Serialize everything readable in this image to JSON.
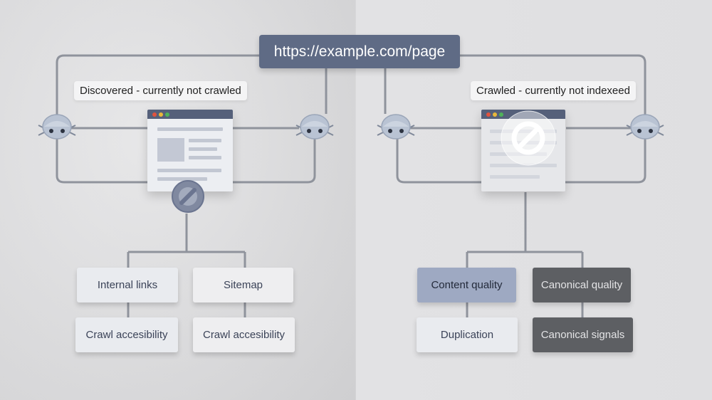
{
  "url": "https://example.com/page",
  "left": {
    "status": "Discovered - currently not crawled",
    "cards": [
      "Internal links",
      "Sitemap",
      "Crawl accesibility",
      "Crawl accesibility"
    ]
  },
  "right": {
    "status": "Crawled - currently not indexeed",
    "cards": [
      "Content quality",
      "Canonical quality",
      "Duplication",
      "Canonical signals"
    ]
  },
  "colors": {
    "url_bar": "#5f6b85",
    "dot_red": "#e0533f",
    "dot_yellow": "#e8b83a",
    "dot_green": "#4fb35a",
    "card_blue": "#9ea9c2",
    "card_dark": "#5d5f63"
  },
  "icons": [
    "crawler-robot-icon",
    "block-icon",
    "browser-window-icon"
  ]
}
